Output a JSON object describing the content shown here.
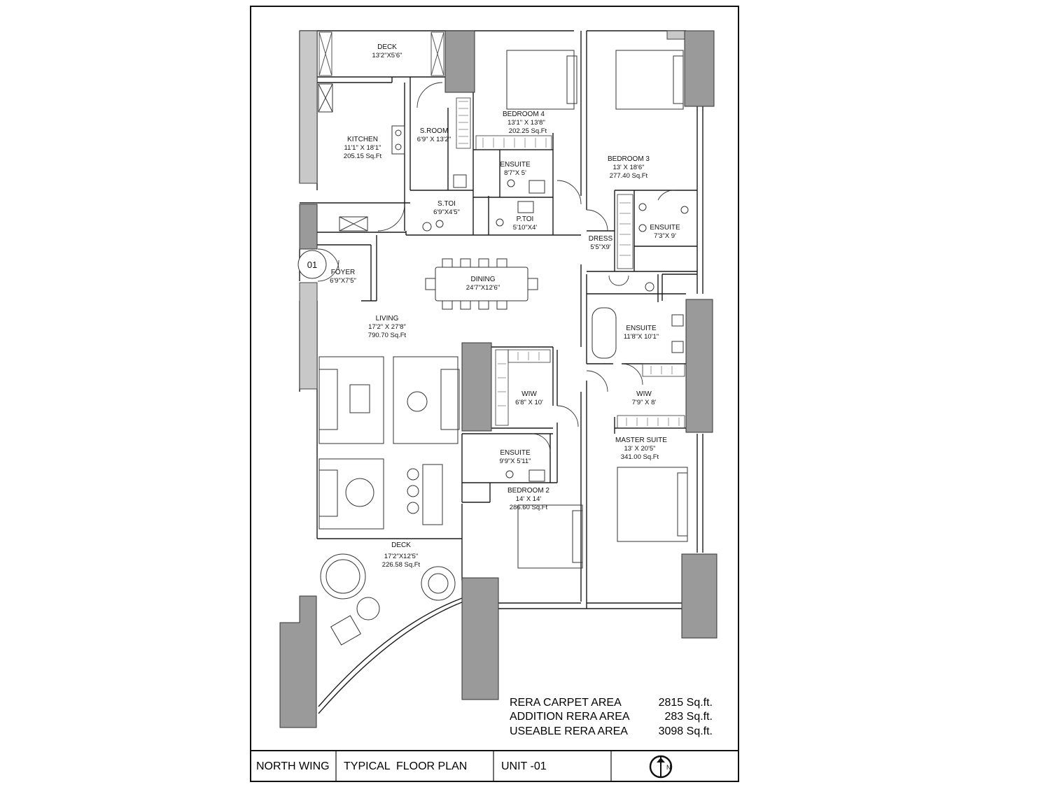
{
  "unit_label": "01",
  "rooms": {
    "deck_top": {
      "name": "DECK",
      "dim": "13'2\"X5'6\""
    },
    "kitchen": {
      "name": "KITCHEN",
      "dim": "11'1\" X 18'1\"",
      "area": "205.15 Sq.Ft"
    },
    "sroom": {
      "name": "S.ROOM",
      "dim": "6'9\" X 13'2\""
    },
    "bedroom4": {
      "name": "BEDROOM 4",
      "dim": "13'1\" X 13'8\"",
      "area": "202.25 Sq.Ft"
    },
    "ensuite_b4": {
      "name": "ENSUITE",
      "dim": "8'7\"X 5'"
    },
    "bedroom3": {
      "name": "BEDROOM 3",
      "dim": "13' X 18'6\"",
      "area": "277.40 Sq.Ft"
    },
    "stoi": {
      "name": "S.TOI",
      "dim": "6'9\"X4'5\""
    },
    "ptoi": {
      "name": "P.TOI",
      "dim": "5'10\"X4'"
    },
    "ensuite_b3": {
      "name": "ENSUITE",
      "dim": "7'3\"X 9'"
    },
    "dress": {
      "name": "DRESS",
      "dim": "5'5\"X9'"
    },
    "foyer": {
      "name": "FOYER",
      "dim": "6'9\"X7'5\""
    },
    "dining": {
      "name": "DINING",
      "dim": "24'7\"X12'6\""
    },
    "living": {
      "name": "LIVING",
      "dim": "17'2\" X 27'8\"",
      "area": "790.70 Sq.Ft"
    },
    "ensuite_master": {
      "name": "ENSUITE",
      "dim": "11'8\"X 10'1\""
    },
    "wiw_b2": {
      "name": "WIW",
      "dim": "6'8\" X 10'"
    },
    "wiw_master": {
      "name": "WIW",
      "dim": "7'9\" X 8'"
    },
    "master": {
      "name": "MASTER SUITE",
      "dim": "13' X 20'5\"",
      "area": "341.00 Sq.Ft"
    },
    "ensuite_b2": {
      "name": "ENSUITE",
      "dim": "9'9\"X 5'11\""
    },
    "bedroom2": {
      "name": "BEDROOM 2",
      "dim": "14' X 14'",
      "area": "286.60 Sq.Ft"
    },
    "deck_bottom": {
      "name": "DECK",
      "dim": "17'2\"X12'5\"",
      "area": "226.58 Sq.Ft"
    }
  },
  "areas": [
    {
      "label": "RERA CARPET AREA",
      "value": "2815 Sq.ft."
    },
    {
      "label": "ADDITION RERA AREA",
      "value": "283 Sq.ft."
    },
    {
      "label": "USEABLE RERA AREA",
      "value": "3098 Sq.ft."
    }
  ],
  "title_block": {
    "wing": "NORTH WING",
    "plan": "TYPICAL  FLOOR PLAN",
    "unit": "UNIT -01",
    "north": "N"
  },
  "colors": {
    "column": "#9a9a9a",
    "glazing": "#c8c8c8",
    "line": "#1a1a1a"
  }
}
